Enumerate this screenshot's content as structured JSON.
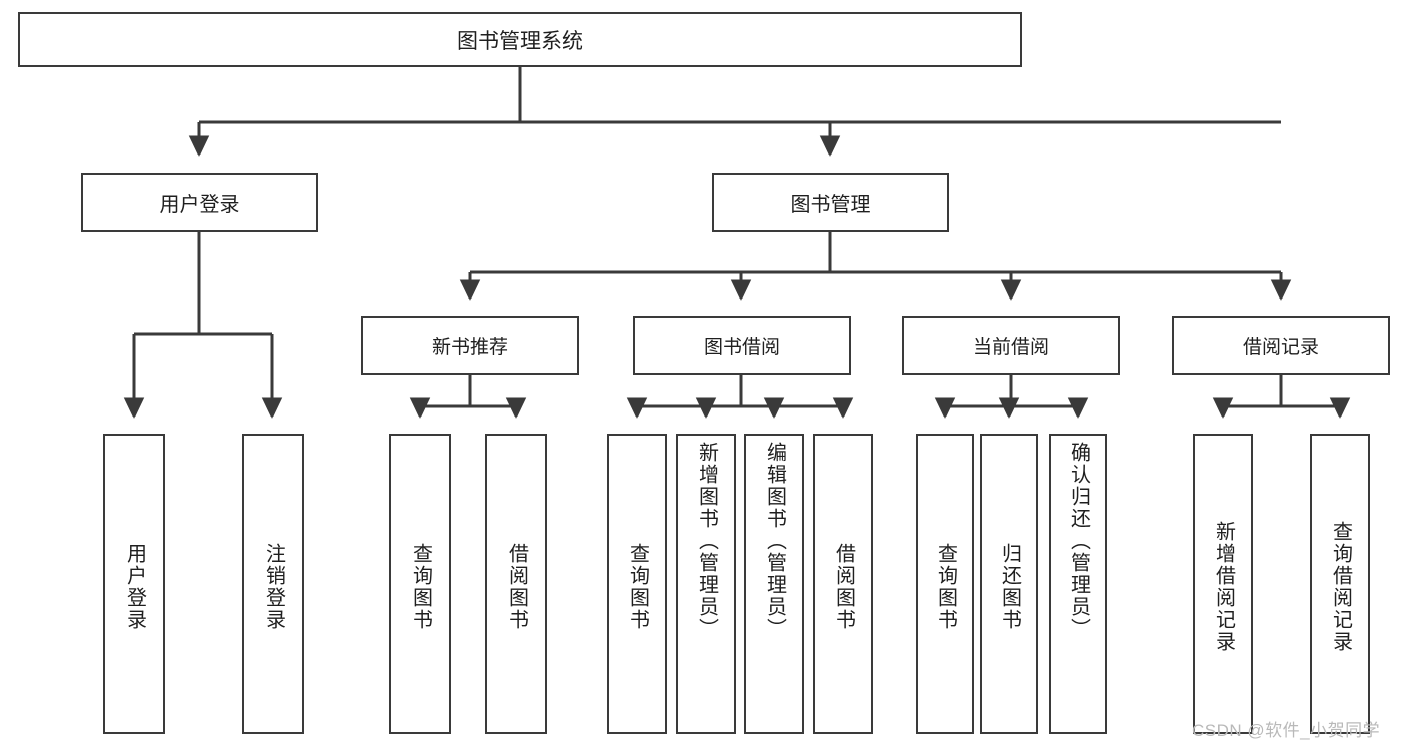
{
  "diagram": {
    "title_box": {
      "label": "图书管理系统"
    },
    "level1": [
      {
        "id": "user-login",
        "label": "用户登录"
      },
      {
        "id": "book-management",
        "label": "图书管理"
      }
    ],
    "level2": [
      {
        "id": "new-book-recommend",
        "label": "新书推荐"
      },
      {
        "id": "book-borrow",
        "label": "图书借阅"
      },
      {
        "id": "current-borrow",
        "label": "当前借阅"
      },
      {
        "id": "borrow-record",
        "label": "借阅记录"
      }
    ],
    "leaves": [
      {
        "id": "leaf-user-login",
        "label": "用户登录",
        "parent": "user-login"
      },
      {
        "id": "leaf-logout-login",
        "label": "注销登录",
        "parent": "user-login"
      },
      {
        "id": "leaf-query-book-1",
        "label": "查询图书",
        "parent": "new-book-recommend"
      },
      {
        "id": "leaf-borrow-book-1",
        "label": "借阅图书",
        "parent": "new-book-recommend"
      },
      {
        "id": "leaf-query-book-2",
        "label": "查询图书",
        "parent": "book-borrow"
      },
      {
        "id": "leaf-add-book",
        "label": "新增图书（管理员）",
        "parent": "book-borrow"
      },
      {
        "id": "leaf-edit-book",
        "label": "编辑图书（管理员）",
        "parent": "book-borrow"
      },
      {
        "id": "leaf-borrow-book-2",
        "label": "借阅图书",
        "parent": "book-borrow"
      },
      {
        "id": "leaf-query-book-3",
        "label": "查询图书",
        "parent": "current-borrow"
      },
      {
        "id": "leaf-return-book",
        "label": "归还图书",
        "parent": "current-borrow"
      },
      {
        "id": "leaf-confirm-return",
        "label": "确认归还（管理员）",
        "parent": "current-borrow"
      },
      {
        "id": "leaf-add-record",
        "label": "新增借阅记录",
        "parent": "borrow-record"
      },
      {
        "id": "leaf-query-record",
        "label": "查询借阅记录",
        "parent": "borrow-record"
      }
    ],
    "watermark": {
      "text": "CSDN @软件_小贺同学"
    },
    "colors": {
      "stroke": "#3a3a3a",
      "text": "#1f1f1f",
      "background": "#ffffff",
      "watermark": "#b9b9b9"
    }
  }
}
